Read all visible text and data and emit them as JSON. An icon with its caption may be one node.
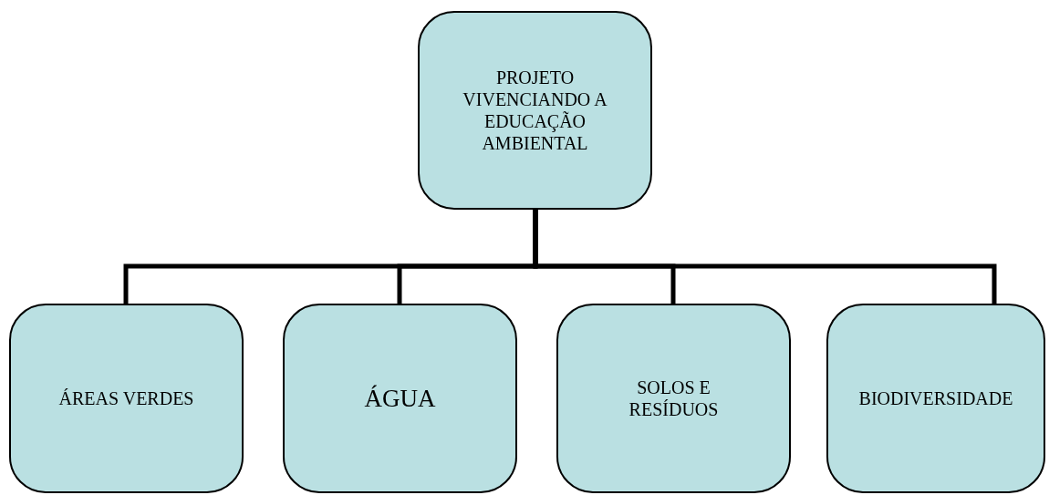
{
  "diagram": {
    "nodes": [
      {
        "text": [
          "PROJETO VIVENCIANDO A EDUCAÇÃO AMBIENTAL"
        ]
      },
      {
        "text": [
          "ÁREAS VERDES"
        ]
      },
      {
        "text": [
          "ÁGUA"
        ]
      },
      {
        "text": [
          "SOLOS E RESÍDUOS"
        ]
      },
      {
        "text": [
          "BIODIVERSIDADE"
        ]
      }
    ],
    "edges": [
      {
        "from": 0,
        "to": 1,
        "arrow": "none"
      },
      {
        "from": 0,
        "to": 2,
        "arrow": "none"
      },
      {
        "from": 0,
        "to": 3,
        "arrow": "none"
      },
      {
        "from": 0,
        "to": 4,
        "arrow": "none"
      }
    ]
  }
}
